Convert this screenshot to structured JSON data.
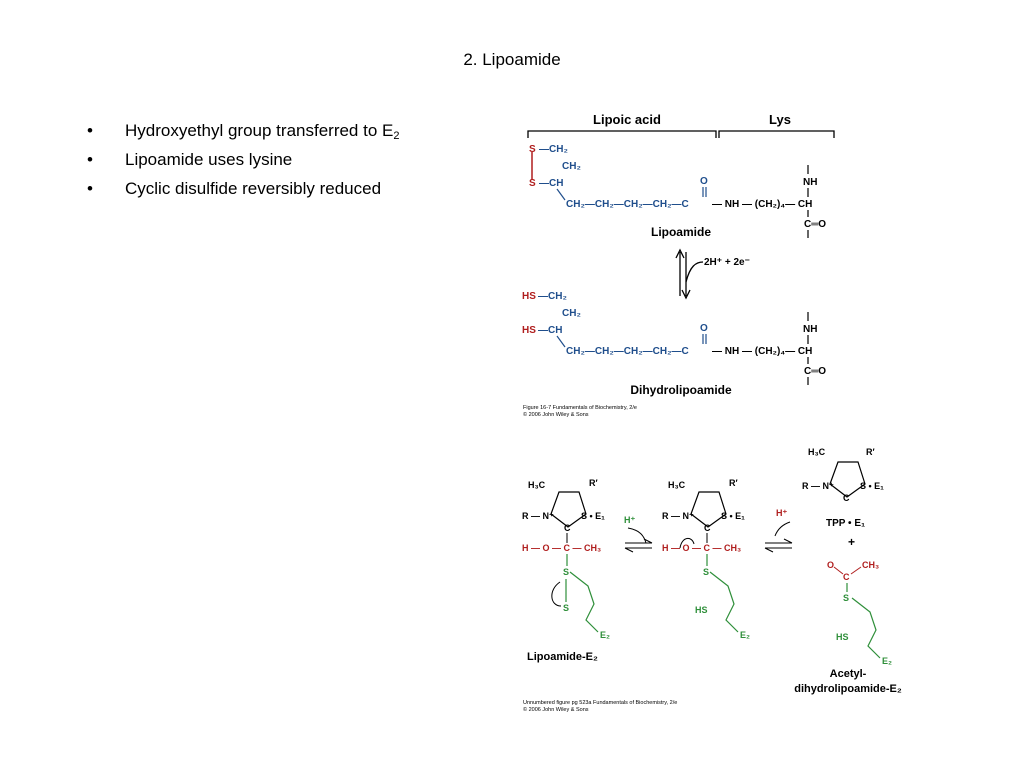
{
  "slide": {
    "title": "2.  Lipoamide",
    "bullets": [
      {
        "text": "Hydroxyethyl group transferred to E",
        "sub": "2"
      },
      {
        "text": "Lipoamide uses lysine",
        "sub": ""
      },
      {
        "text": "Cyclic disulfide reversibly reduced",
        "sub": ""
      }
    ],
    "bullet_glyph": "•"
  },
  "figure1": {
    "brace_lipoic": "Lipoic acid",
    "brace_lys": "Lys",
    "name_top": "Lipoamide",
    "name_bottom": "Dihydrolipoamide",
    "reaction": "2H⁺ +  2e⁻",
    "caption_line1": "Figure 16-7  Fundamentals of Biochemistry, 2/e",
    "caption_line2": "© 2006 John Wiley & Sons"
  },
  "figure2": {
    "label_a": "Lipoamide-E₂",
    "label_c1": "Acetyl-",
    "label_c2": "dihydrolipoamide-E₂",
    "tpp_label": "TPP • E₁",
    "plus": "+",
    "hplus": "H⁺",
    "caption_line1": "Unnumbered figure pg 523a  Fundamentals of Biochemistry, 2/e",
    "caption_line2": "© 2006 John Wiley & Sons"
  },
  "colors": {
    "blue": "#1f4e8c",
    "red": "#b01e1e",
    "green": "#2f8f3a"
  }
}
